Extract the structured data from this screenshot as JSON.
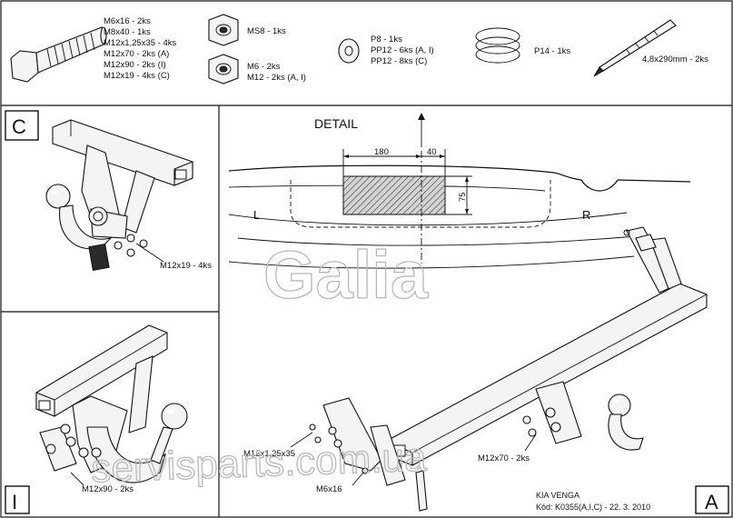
{
  "parts": {
    "bolt_list": [
      "M6x16 - 2ks",
      "M8x40 - 1ks",
      "M12x1,25x35 - 4ks",
      "M12x70 - 2ks (A)",
      "M12x90 - 2ks (I)",
      "M12x19 - 4ks (C)"
    ],
    "nut_top": "MS8 - 1ks",
    "nut_bottom": [
      "M6 - 2ks",
      "M12 - 2ks (A, I)"
    ],
    "washer": [
      "P8 - 1ks",
      "PP12 - 6ks (A, I)",
      "PP12 - 8ks (C)"
    ],
    "spring": "P14 - 1ks",
    "cable_tie": "4,8x290mm - 2ks"
  },
  "panels": {
    "c_letter": "C",
    "i_letter": "I",
    "a_letter": "A",
    "c_label": "M12x19 - 4ks",
    "i_label": "M12x90 - 2ks"
  },
  "detail": {
    "title": "DETAIL",
    "dim_180": "180",
    "dim_40": "40",
    "dim_75": "75",
    "left": "L",
    "right": "R"
  },
  "main": {
    "label_m12x125": "M12x1,25x35",
    "label_m6x16": "M6x16",
    "label_m12x70": "M12x70 - 2ks"
  },
  "watermark": {
    "logo": "Galia",
    "site": "servisparts.com.ua"
  },
  "title_block": {
    "model": "KIA VENGA",
    "code": "Kód: K0355(A,I,C) - 22. 3. 2010"
  }
}
